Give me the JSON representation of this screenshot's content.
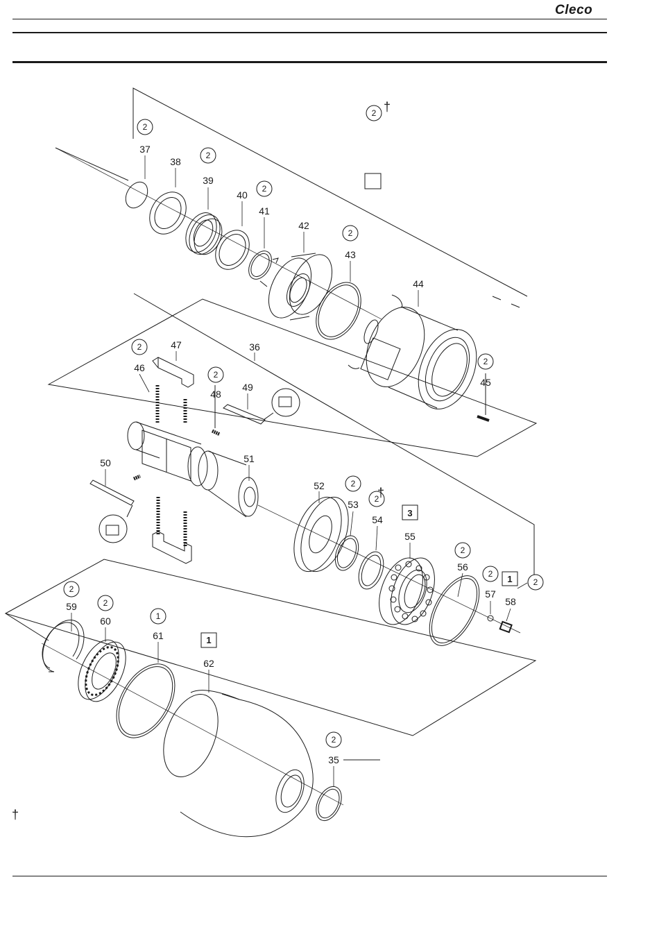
{
  "header": {
    "brand": "Cleco"
  },
  "legend": {
    "badge": "2",
    "dagger": "†",
    "box": ""
  },
  "footnote": {
    "dagger": "†"
  },
  "parts": [
    {
      "num": "37",
      "badge": "2"
    },
    {
      "num": "38",
      "badge": ""
    },
    {
      "num": "39",
      "badge": "2"
    },
    {
      "num": "40",
      "badge": ""
    },
    {
      "num": "41",
      "badge": "2"
    },
    {
      "num": "42",
      "badge": ""
    },
    {
      "num": "43",
      "badge": "2"
    },
    {
      "num": "44",
      "badge": ""
    },
    {
      "num": "45",
      "badge": "2"
    },
    {
      "num": "36",
      "badge": ""
    },
    {
      "num": "46",
      "badge": "2"
    },
    {
      "num": "47",
      "badge": ""
    },
    {
      "num": "48",
      "badge": "2"
    },
    {
      "num": "49",
      "badge": ""
    },
    {
      "num": "50",
      "badge": ""
    },
    {
      "num": "51",
      "badge": ""
    },
    {
      "num": "52",
      "badge": ""
    },
    {
      "num": "53",
      "badge": "2"
    },
    {
      "num": "54",
      "badge": "2",
      "dagger": "†"
    },
    {
      "num": "55",
      "box": "3"
    },
    {
      "num": "56",
      "badge": "2"
    },
    {
      "num": "57",
      "badge": "2"
    },
    {
      "num": "58",
      "box": "1",
      "badge_side": "2"
    },
    {
      "num": "59",
      "badge": "2"
    },
    {
      "num": "60",
      "badge": "2"
    },
    {
      "num": "61",
      "badge": "1"
    },
    {
      "num": "62",
      "box": "1"
    },
    {
      "num": "35",
      "badge": "2"
    }
  ]
}
